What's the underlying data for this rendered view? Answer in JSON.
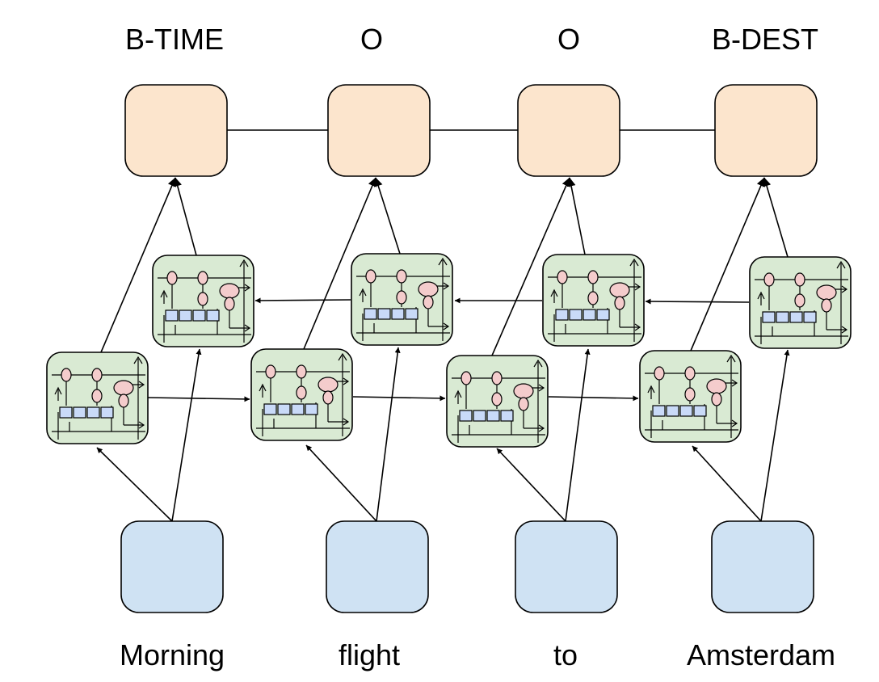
{
  "diagram": {
    "tags": [
      {
        "label": "B-TIME"
      },
      {
        "label": "O"
      },
      {
        "label": "O"
      },
      {
        "label": "B-DEST"
      }
    ],
    "words": [
      {
        "label": "Morning"
      },
      {
        "label": "flight"
      },
      {
        "label": "to"
      },
      {
        "label": "Amsterdam"
      }
    ],
    "colors": {
      "output_fill": "#fce5cd",
      "input_fill": "#cfe2f3",
      "cell_fill": "#d9ead3",
      "gate_fill": "#f4cccc",
      "memory_fill": "#c9daf8",
      "stroke": "#000000"
    },
    "icons": {
      "cell": "lstm-cell-icon"
    }
  }
}
